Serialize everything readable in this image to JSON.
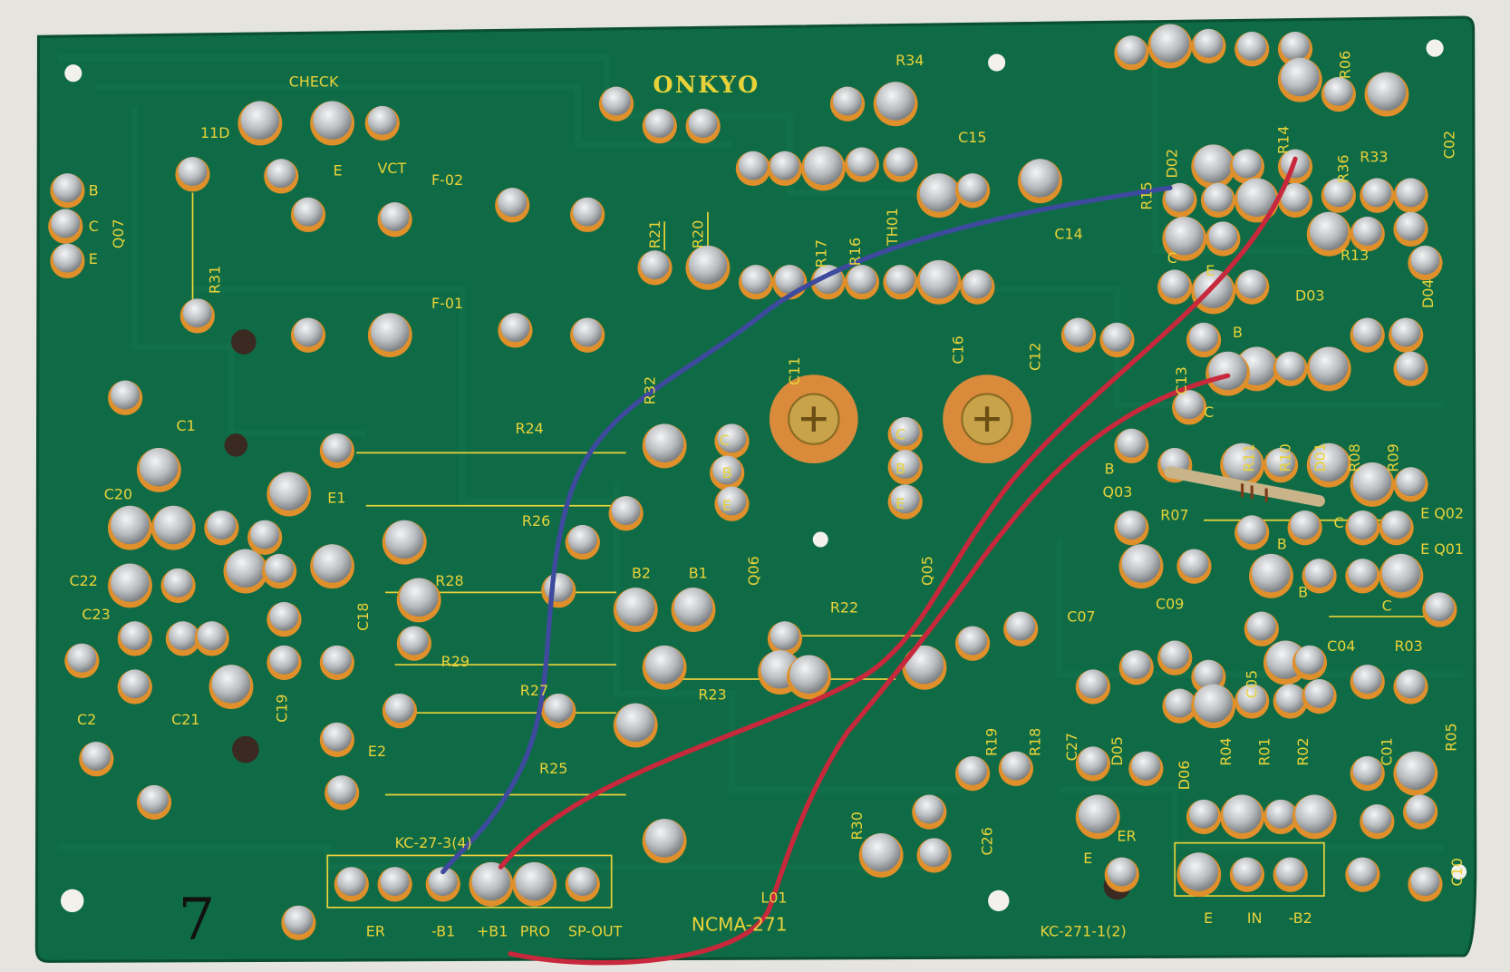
{
  "board": {
    "brand": "ONKYO",
    "model": "NCMA-271",
    "handwritten_mark": "7",
    "connectors": {
      "left_id": "KC-27-3(4)",
      "left_pins": [
        "ER",
        "-B1",
        "+B1",
        "PRO",
        "SP-OUT"
      ],
      "right_id": "KC-271-1(2)",
      "right_pins": [
        "E",
        "IN",
        "-B2"
      ]
    },
    "labels": {
      "check": "CHECK",
      "l11d": "11D",
      "b": "B",
      "c": "C",
      "e": "E",
      "q07": "Q07",
      "vct": "VCT",
      "f02": "F-02",
      "f01": "F-01",
      "r31": "R31",
      "r34": "R34",
      "c15": "C15",
      "r21": "R21",
      "r20": "R20",
      "r17": "R17",
      "r16": "R16",
      "th01": "TH01",
      "c14": "C14",
      "r15": "R15",
      "d02": "D02",
      "r14": "R14",
      "r06": "R06",
      "r36": "R36",
      "r33": "R33",
      "c02": "C02",
      "r13": "R13",
      "d03": "D03",
      "d04": "D04",
      "c12": "C12",
      "c16": "C16",
      "c13": "C13",
      "c11": "C11",
      "c1": "C1",
      "c20": "C20",
      "c22": "C22",
      "c23": "C23",
      "c2": "C2",
      "c21": "C21",
      "c19": "C19",
      "c18": "C18",
      "r24": "R24",
      "e1": "E1",
      "r26": "R26",
      "r28": "R28",
      "r29": "R29",
      "r27": "R27",
      "r25": "R25",
      "e2": "E2",
      "b2": "B2",
      "b1": "B1",
      "r32": "R32",
      "q06": "Q06",
      "q05": "Q05",
      "r22": "R22",
      "r23": "R23",
      "r30": "R30",
      "r19": "R19",
      "r18": "R18",
      "c27": "C27",
      "d05": "D05",
      "c26": "C26",
      "q03": "Q03",
      "r11": "R11",
      "r10": "R10",
      "d01": "D01",
      "r08": "R08",
      "r09": "R09",
      "eq02": "E Q02",
      "eq01": "E Q01",
      "r07": "R07",
      "c07": "C07",
      "c09": "C09",
      "c05": "C05",
      "c04": "C04",
      "r03": "R03",
      "d06": "D06",
      "r04": "R04",
      "r01": "R01",
      "r02": "R02",
      "c01": "C01",
      "r05": "R05",
      "c10": "C10",
      "er": "ER",
      "l01": "L01"
    },
    "colors": {
      "board": "#0f6b45",
      "silkscreen": "#e8d23a",
      "solder": "#c9cbcd",
      "pad": "#e0902a",
      "wire_blue": "#3d4a9e",
      "wire_red": "#c8283c"
    }
  }
}
